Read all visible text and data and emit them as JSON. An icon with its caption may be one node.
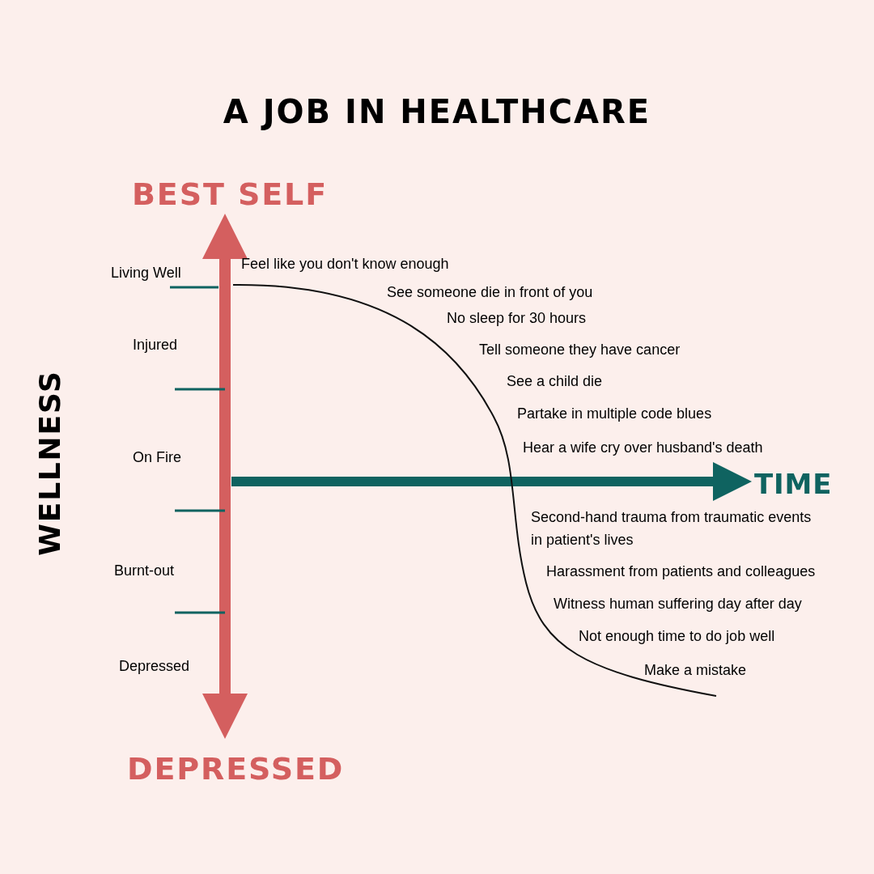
{
  "diagram": {
    "title": "A JOB IN HEALTHCARE",
    "labels": [
      "BEST SELF",
      "Living Well",
      "Feel like you don't know enough",
      "See someone die in front of you",
      "No sleep for 30 hours",
      "Injured",
      "Tell someone they have cancer",
      "See a child die",
      "Partake in multiple code blues",
      "WELLNESS",
      "On Fire",
      "Hear a wife cry over husband's death",
      "TIME",
      "Second-hand trauma from traumatic events in patient's lives",
      "Burnt-out",
      "Harassment from patients and colleagues",
      "Witness human suffering day after day",
      "Not enough time to do job well",
      "Depressed",
      "Make a mistake",
      "DEPRESSED"
    ]
  }
}
